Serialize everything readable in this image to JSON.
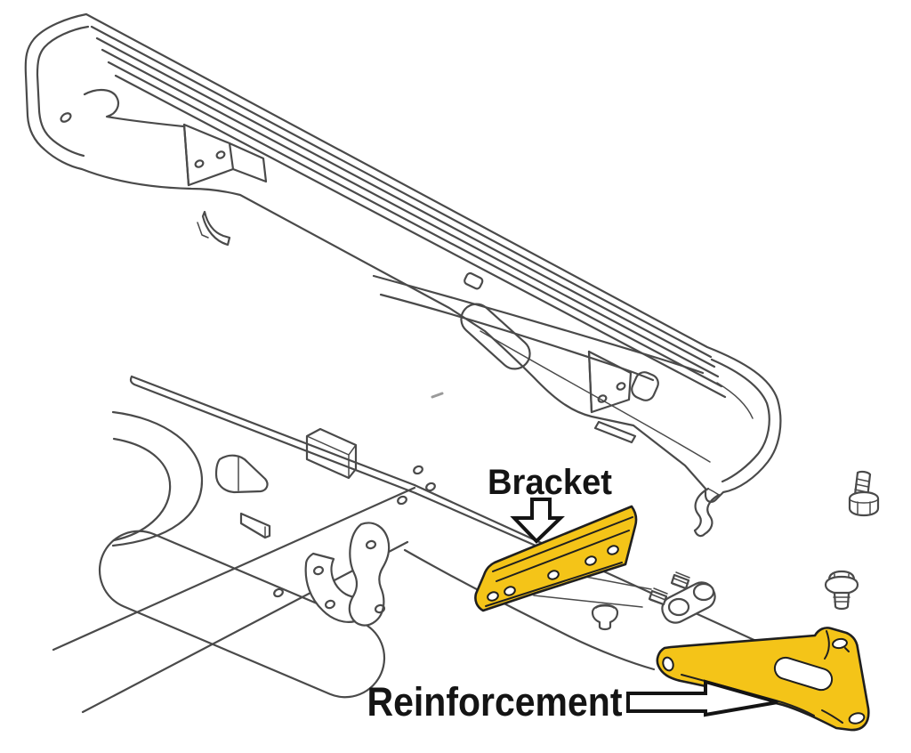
{
  "colors": {
    "background": "#ffffff",
    "line_art": "#4a4a4a",
    "highlight_yellow": "#f4c418",
    "label_text": "#141414"
  },
  "labels": {
    "bracket": {
      "text": "Bracket",
      "arrow_direction": "down"
    },
    "reinforcement": {
      "text": "Reinforcement",
      "arrow_direction": "right"
    }
  }
}
